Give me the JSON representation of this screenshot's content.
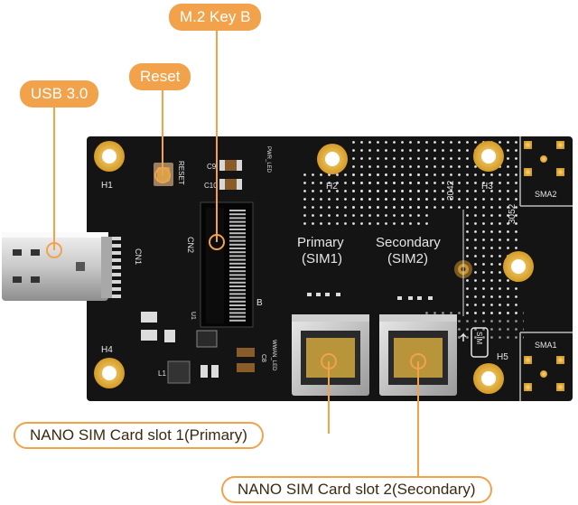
{
  "callouts": {
    "m2": "M.2 Key B",
    "reset": "Reset",
    "usb": "USB 3.0",
    "sim1": "NANO SIM Card slot 1(Primary)",
    "sim2": "NANO SIM Card slot 2(Secondary)"
  },
  "silkscreen": {
    "h1": "H1",
    "h2": "H2",
    "h3": "H3",
    "h4": "H4",
    "h5": "H5",
    "cn1": "CN1",
    "cn2": "CN2",
    "reset": "RESET",
    "c9": "C9",
    "c10": "C10",
    "pwr_led": "PWR_LED",
    "wwan_led": "WWAN_LED",
    "key_b": "B",
    "primary": "Primary",
    "sim1": "(SIM1)",
    "secondary": "Secondary",
    "sim2": "(SIM2)",
    "l3042": "3042",
    "l3052": "3052",
    "sma1": "SMA1",
    "sma2": "SMA2",
    "sim_badge": "SIM",
    "l1": "L1",
    "u1": "U1",
    "c8": "C8"
  },
  "colors": {
    "accent": "#f2a24a",
    "board": "#141414",
    "gold": "#e8b33c"
  }
}
